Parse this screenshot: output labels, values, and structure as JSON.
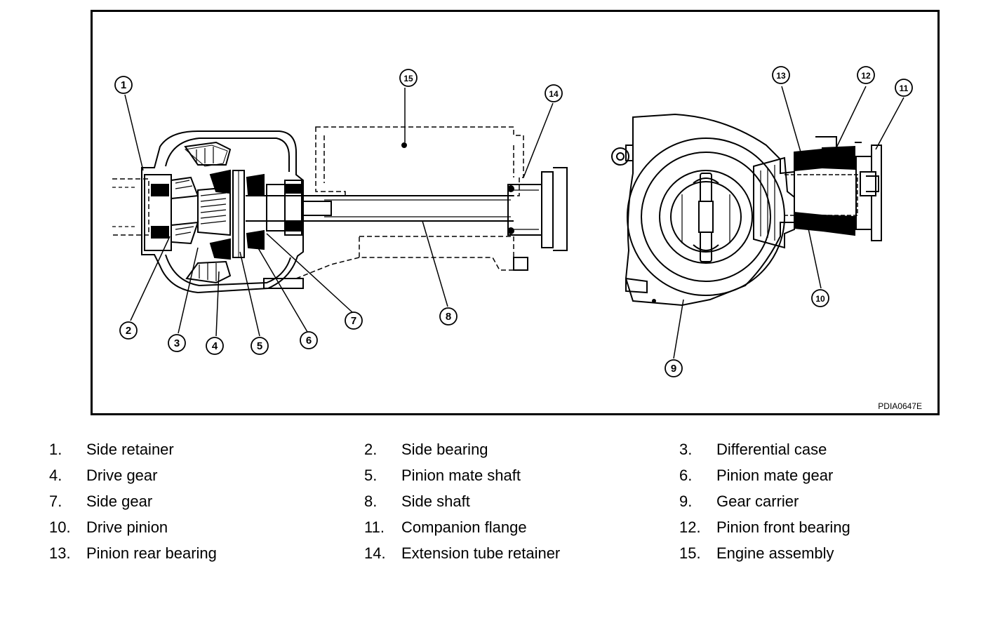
{
  "figure": {
    "code": "PDIA0647E"
  },
  "callouts": [
    "1",
    "2",
    "3",
    "4",
    "5",
    "6",
    "7",
    "8",
    "9",
    "10",
    "11",
    "12",
    "13",
    "14",
    "15"
  ],
  "legend": [
    {
      "num": "1.",
      "label": "Side retainer"
    },
    {
      "num": "2.",
      "label": "Side bearing"
    },
    {
      "num": "3.",
      "label": "Differential case"
    },
    {
      "num": "4.",
      "label": "Drive gear"
    },
    {
      "num": "5.",
      "label": "Pinion mate shaft"
    },
    {
      "num": "6.",
      "label": "Pinion mate gear"
    },
    {
      "num": "7.",
      "label": "Side gear"
    },
    {
      "num": "8.",
      "label": "Side shaft"
    },
    {
      "num": "9.",
      "label": "Gear carrier"
    },
    {
      "num": "10.",
      "label": "Drive pinion"
    },
    {
      "num": "11.",
      "label": "Companion flange"
    },
    {
      "num": "12.",
      "label": "Pinion front bearing"
    },
    {
      "num": "13.",
      "label": "Pinion rear bearing"
    },
    {
      "num": "14.",
      "label": "Extension tube retainer"
    },
    {
      "num": "15.",
      "label": "Engine assembly"
    }
  ]
}
